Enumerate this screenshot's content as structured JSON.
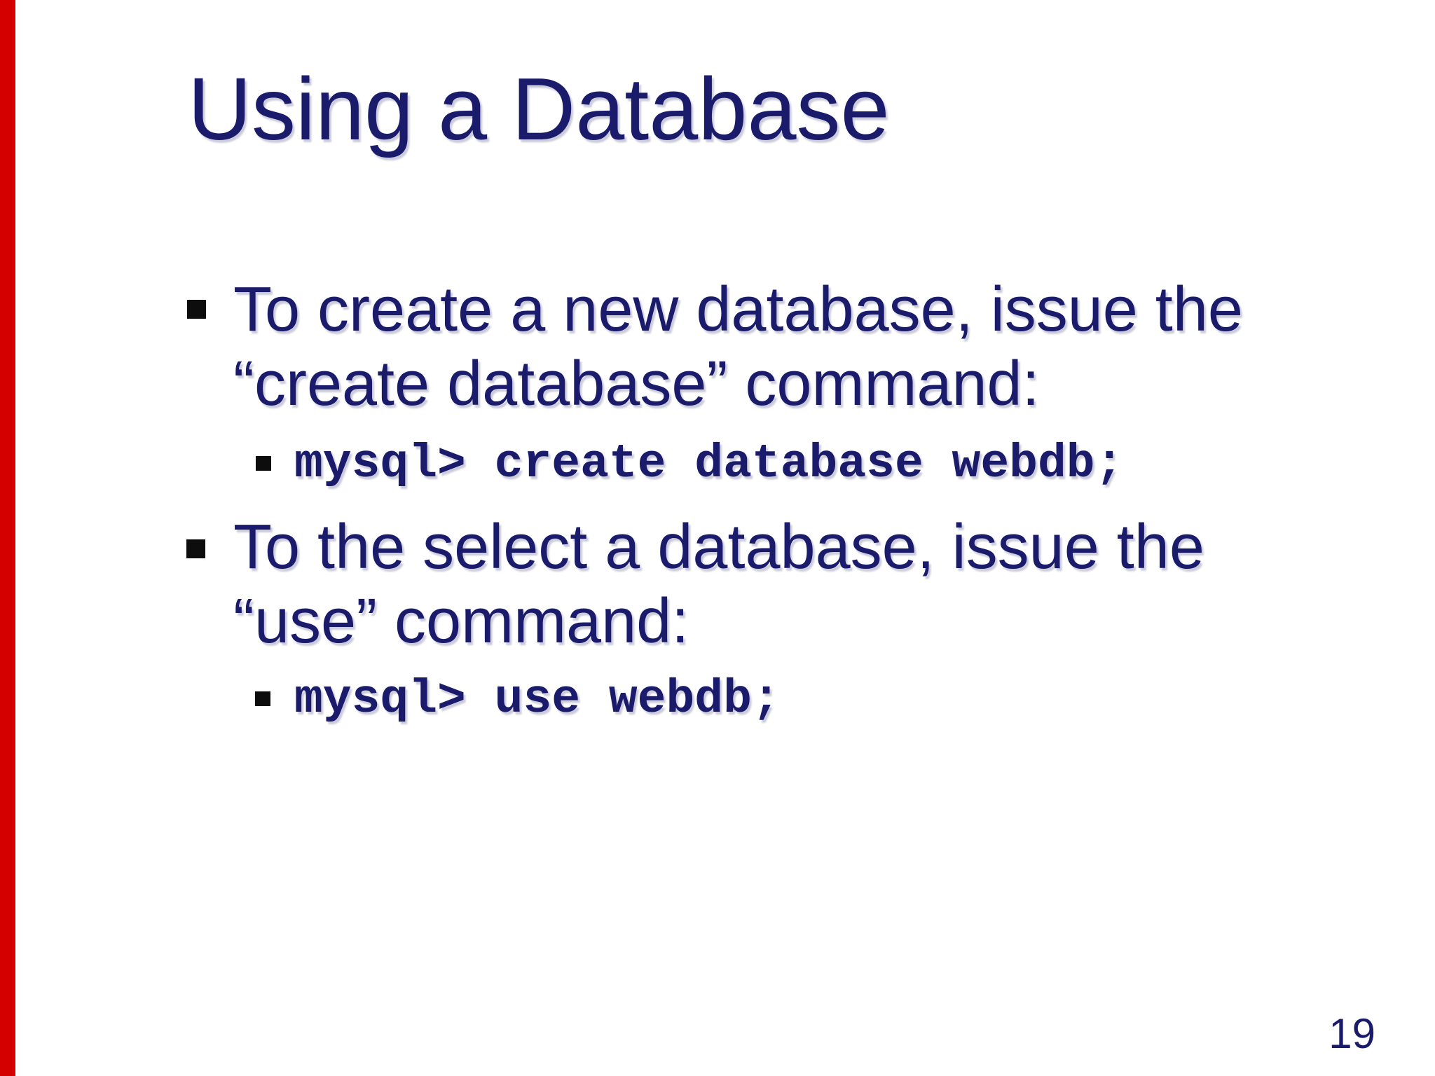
{
  "slide": {
    "title": "Using a Database",
    "page_number": "19",
    "colors": {
      "text_navy": "#1b1b6b",
      "bullet_black": "#0d0d0d",
      "left_accent_red": "#d40000",
      "background": "#ffffff"
    }
  },
  "content": {
    "bullet1_line1": "To create a new database, issue the",
    "bullet1_line2": "“create database” command:",
    "code1": "mysql> create database webdb;",
    "bullet2_line1": "To the select a database, issue the",
    "bullet2_line2": "“use” command:",
    "code2": "mysql> use webdb;"
  }
}
